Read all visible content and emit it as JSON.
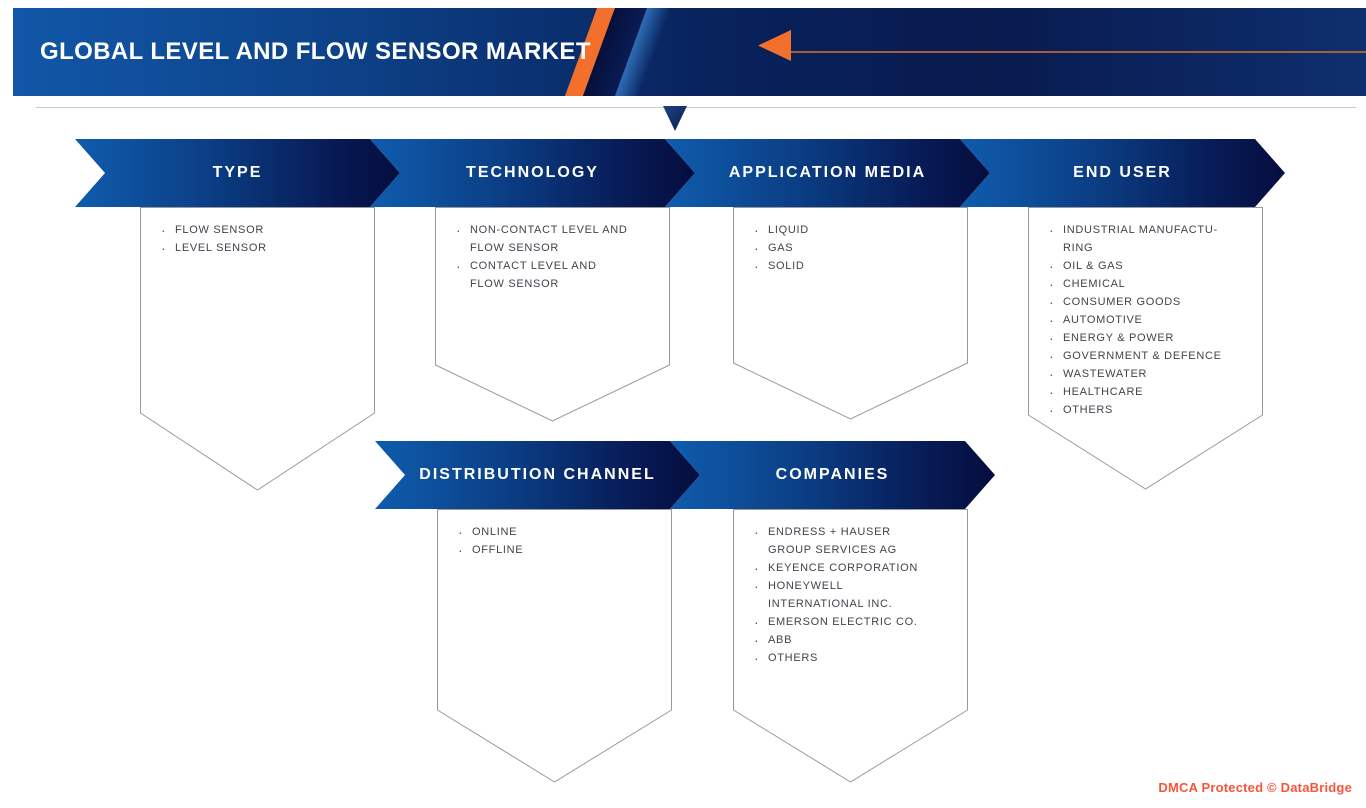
{
  "header": {
    "title": "GLOBAL LEVEL AND FLOW SENSOR MARKET",
    "accent_color": "#f2702c",
    "banner_blue": "#1157a8",
    "banner_navy": "#081a4e",
    "arrow_line_color": "#a55e3c"
  },
  "segments": [
    {
      "label": "TYPE",
      "items": [
        "FLOW SENSOR",
        "LEVEL SENSOR"
      ]
    },
    {
      "label": "TECHNOLOGY",
      "items": [
        "NON-CONTACT LEVEL AND FLOW SENSOR",
        "CONTACT LEVEL AND FLOW SENSOR"
      ]
    },
    {
      "label": "APPLICATION MEDIA",
      "items": [
        "LIQUID",
        "GAS",
        "SOLID"
      ]
    },
    {
      "label": "END USER",
      "items": [
        "INDUSTRIAL MANUFACTU-RING",
        "OIL & GAS",
        "CHEMICAL",
        "CONSUMER GOODS",
        "AUTOMOTIVE",
        "ENERGY & POWER",
        "GOVERNMENT & DEFENCE",
        "WASTEWATER",
        "HEALTHCARE",
        "OTHERS"
      ]
    },
    {
      "label": "DISTRIBUTION CHANNEL",
      "items": [
        "ONLINE",
        "OFFLINE"
      ]
    },
    {
      "label": "COMPANIES",
      "items": [
        "ENDRESS + HAUSER GROUP SERVICES AG",
        "KEYENCE CORPORATION",
        "HONEYWELL INTERNATIONAL INC.",
        "EMERSON ELECTRIC CO.",
        "ABB",
        "OTHERS"
      ]
    }
  ],
  "footer": {
    "watermark": "DMCA Protected © DataBridge",
    "watermark_color": "#f4563c"
  }
}
